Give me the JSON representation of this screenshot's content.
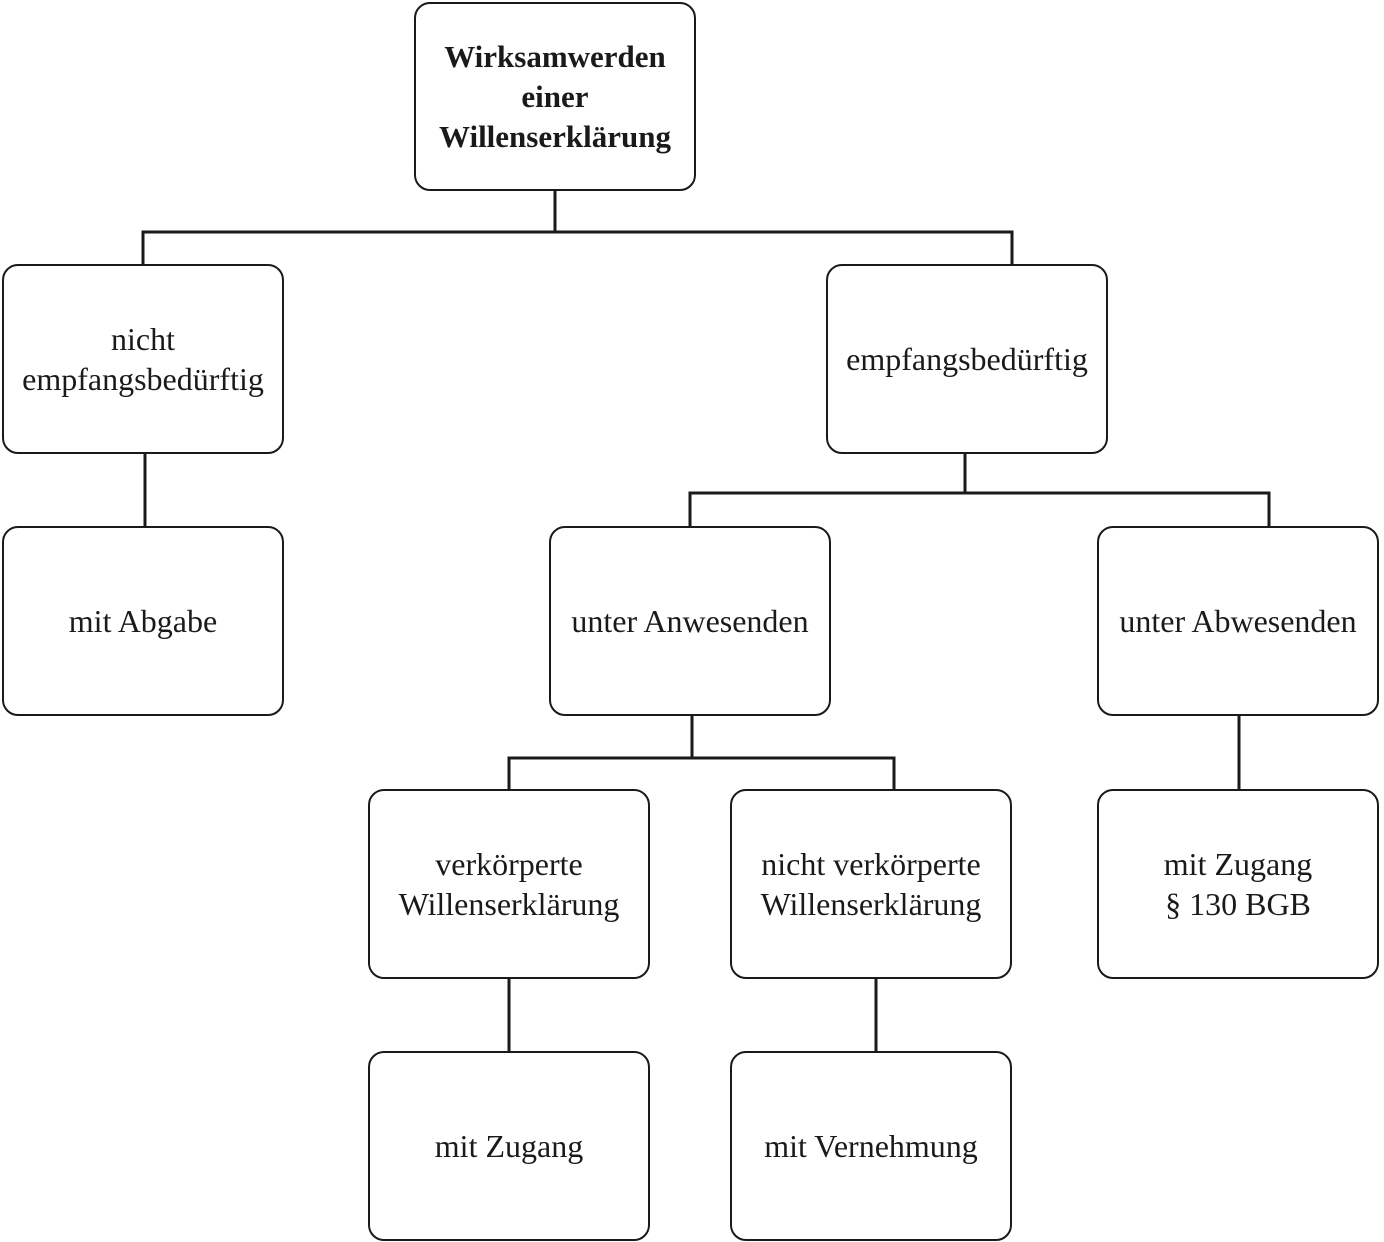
{
  "diagram": {
    "root": {
      "lines": [
        "Wirksamwerden",
        "einer",
        "Willenserklärung"
      ]
    },
    "nicht_empfangsbeduerftig": {
      "lines": [
        "nicht",
        "empfangsbedürftig"
      ]
    },
    "empfangsbeduerftig": {
      "lines": [
        "empfangsbedürftig"
      ]
    },
    "mit_abgabe": {
      "lines": [
        "mit Abgabe"
      ]
    },
    "unter_anwesenden": {
      "lines": [
        "unter Anwesenden"
      ]
    },
    "unter_abwesenden": {
      "lines": [
        "unter Abwesenden"
      ]
    },
    "verkoerperte": {
      "lines": [
        "verkörperte",
        "Willenserklärung"
      ]
    },
    "nicht_verkoerperte": {
      "lines": [
        "nicht verkörperte",
        "Willenserklärung"
      ]
    },
    "mit_zugang_130": {
      "lines": [
        "mit Zugang",
        "§ 130 BGB"
      ]
    },
    "mit_zugang": {
      "lines": [
        "mit Zugang"
      ]
    },
    "mit_vernehmung": {
      "lines": [
        "mit Vernehmung"
      ]
    }
  },
  "edges": [
    [
      "root",
      "nicht_empfangsbeduerftig"
    ],
    [
      "root",
      "empfangsbeduerftig"
    ],
    [
      "nicht_empfangsbeduerftig",
      "mit_abgabe"
    ],
    [
      "empfangsbeduerftig",
      "unter_anwesenden"
    ],
    [
      "empfangsbeduerftig",
      "unter_abwesenden"
    ],
    [
      "unter_anwesenden",
      "verkoerperte"
    ],
    [
      "unter_anwesenden",
      "nicht_verkoerperte"
    ],
    [
      "unter_abwesenden",
      "mit_zugang_130"
    ],
    [
      "verkoerperte",
      "mit_zugang"
    ],
    [
      "nicht_verkoerperte",
      "mit_vernehmung"
    ]
  ]
}
